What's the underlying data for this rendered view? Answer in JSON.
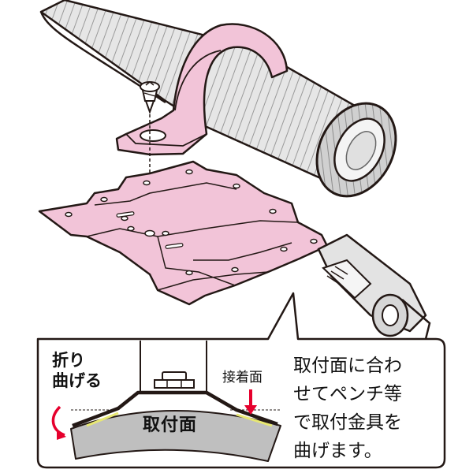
{
  "labels": {
    "fold": [
      "折り",
      "曲げる"
    ],
    "mounting_surface": "取付面",
    "adhesive_surface": "接着面"
  },
  "instruction": [
    "取付面に合わ",
    "せてペンチ等",
    "で取付金具を",
    "曲げます。"
  ],
  "colors": {
    "bracket_pink": "#f2c4d8",
    "outline": "#231815",
    "hose_gray": "#d9d9d9",
    "surface_gray": "#bfbfbf",
    "adhesive_yellow": "#e8e873",
    "arrow_red": "#e6002d",
    "pliers_gray": "#e3e3e3"
  },
  "icons": [
    "screw-icon",
    "pliers-icon",
    "curved-arrow-icon",
    "down-arrow-icon"
  ]
}
